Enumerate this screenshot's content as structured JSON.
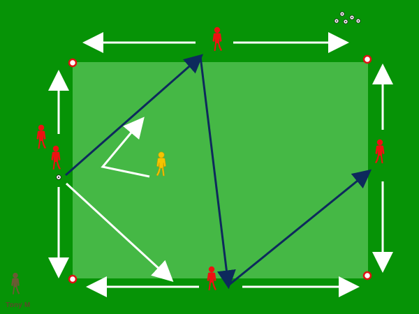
{
  "diagram": {
    "type": "soccer-drill",
    "colors": {
      "background": "#069306",
      "inner_area": "#45b845",
      "attackers": "#ee1111",
      "defender": "#f5c400",
      "pass_line": "#0d2a5c",
      "movement_line": "#ffffff",
      "cone": "#dd1111"
    },
    "players": {
      "attacking_team": "red",
      "attackers_count": 5,
      "defender": "yellow",
      "defenders_count": 1
    },
    "cones_count": 4,
    "spare_balls_count": 5,
    "pass_sequence": [
      "left",
      "top",
      "bottom",
      "right"
    ]
  },
  "credit": {
    "logo": "player-silhouette-logo",
    "author": "Tony M"
  }
}
